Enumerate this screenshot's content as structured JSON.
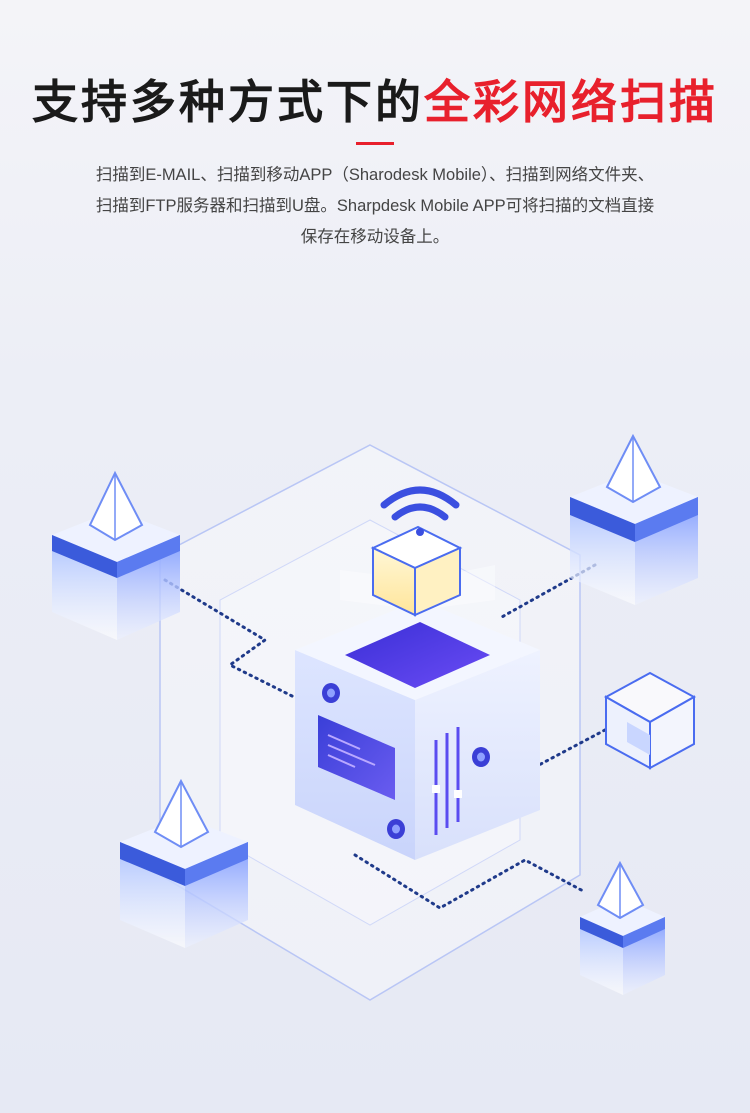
{
  "heading": {
    "prefix": "支持多种方式下的",
    "highlight": "全彩网络扫描"
  },
  "description": {
    "line1": "扫描到E-MAIL、扫描到移动APP（Sharodesk Mobile）、扫描到网络文件夹、",
    "line2": "扫描到FTP服务器和扫描到U盘。Sharpdesk Mobile APP可将扫描的文档直接",
    "line3": "保存在移动设备上。"
  },
  "colors": {
    "accent_red": "#e8202c",
    "primary_blue": "#3b5bdb",
    "dot_line": "#1f3a8a"
  },
  "illustration": {
    "icons": [
      "wifi-icon",
      "server-icon",
      "crystal-cube-icon",
      "wireframe-cube-icon"
    ]
  }
}
